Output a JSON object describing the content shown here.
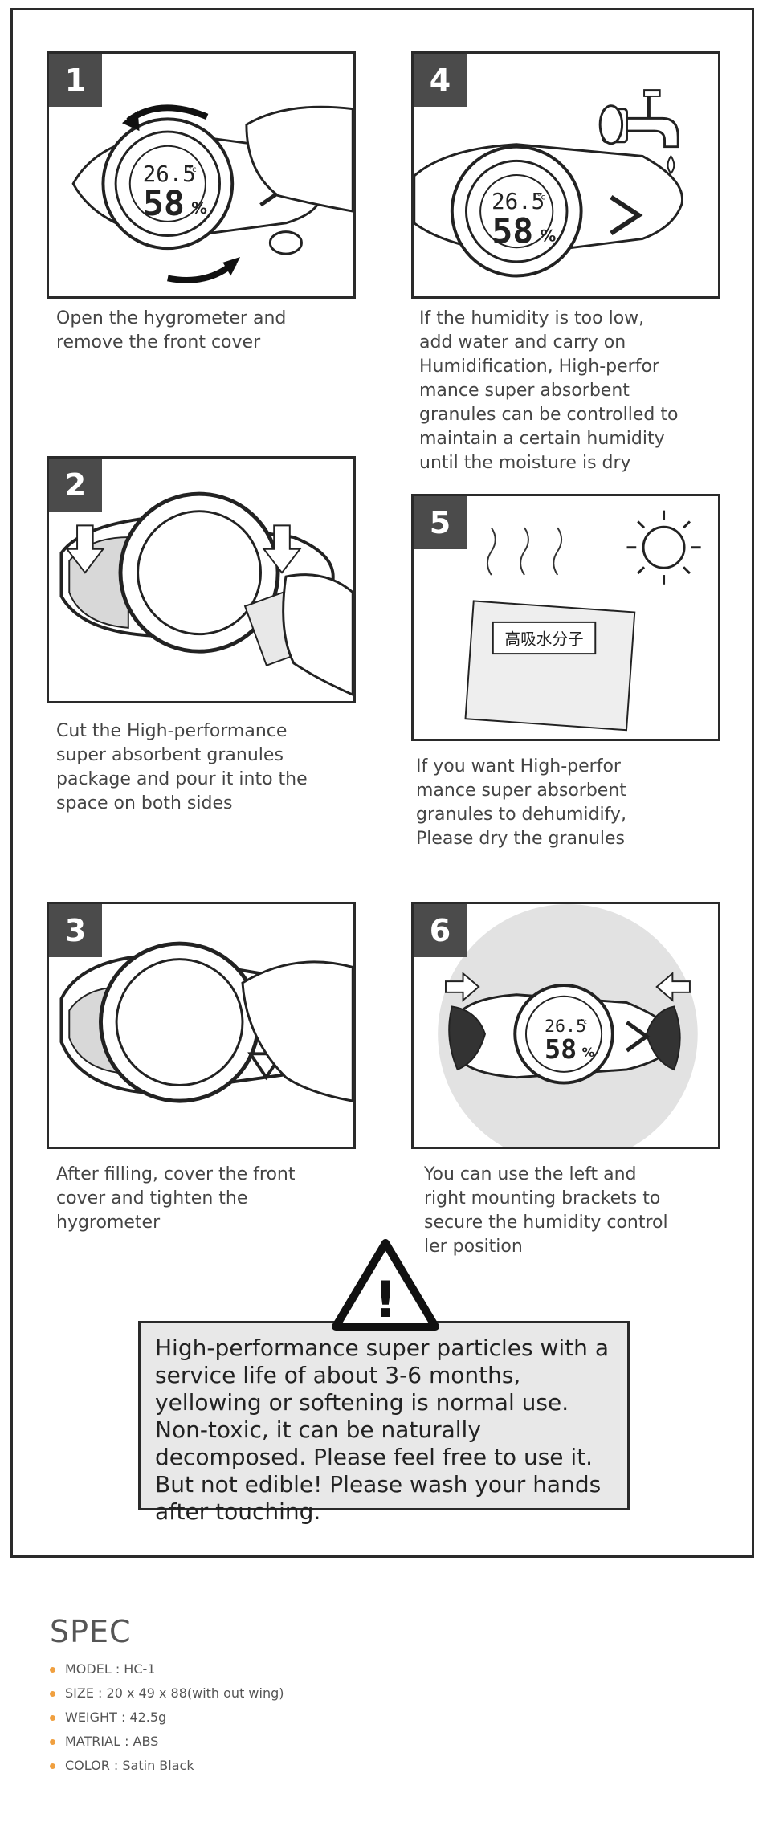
{
  "steps": [
    {
      "number": "1",
      "caption": "Open the hygrometer and\nremove the front cover",
      "lcd_temp": "26.5",
      "lcd_unit": "°c",
      "lcd_hum": "58",
      "lcd_pct": "%"
    },
    {
      "number": "2",
      "caption": "Cut the High-performance\nsuper absorbent granules\npackage and pour it into the\nspace on both sides"
    },
    {
      "number": "3",
      "caption": "After filling, cover the front\ncover and tighten the\nhygrometer"
    },
    {
      "number": "4",
      "caption": "If the humidity is too low,\nadd water and carry on\nHumidification, High-perfor\nmance super absorbent\ngranules can be controlled to\nmaintain a certain humidity\nuntil the moisture is dry",
      "lcd_temp": "26.5",
      "lcd_unit": "°c",
      "lcd_hum": "58",
      "lcd_pct": "%"
    },
    {
      "number": "5",
      "caption": "If you want High-perfor\nmance super absorbent\ngranules to dehumidify,\nPlease dry the granules",
      "package_text": "高吸水分子"
    },
    {
      "number": "6",
      "caption": "You can use the left and\nright mounting brackets to\nsecure the humidity control\nler position",
      "lcd_temp": "26.5",
      "lcd_unit": "°c",
      "lcd_hum": "58",
      "lcd_pct": "%"
    }
  ],
  "warning": {
    "symbol": "!",
    "text": "High-performance super particles with a service life of about 3-6 months, yellowing or softening is normal use. Non-toxic, it can be naturally decomposed. Please feel free to use it. But not edible! Please wash your hands after touching."
  },
  "spec": {
    "title": "SPEC",
    "items": [
      "MODEL : HC-1",
      "SIZE : 20 x 49 x 88(with out wing)",
      "WEIGHT : 42.5g",
      "MATRIAL : ABS",
      "COLOR  :   Satin Black"
    ],
    "bullet_color": "#f0a040"
  }
}
